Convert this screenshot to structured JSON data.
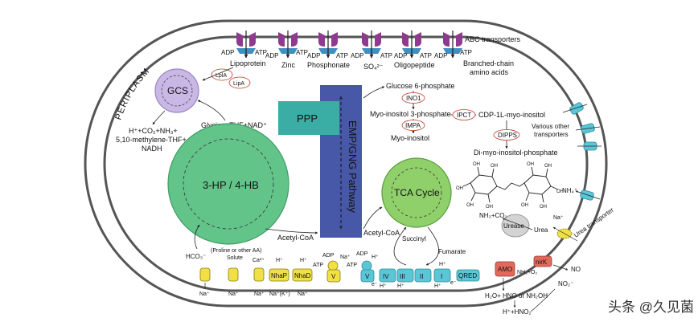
{
  "colors": {
    "membrane": "#555555",
    "abc": "#8e3a8e",
    "abc_base": "#3f8fc0",
    "gcs": "#c9b8e6",
    "green_big": "#63c48a",
    "green_tca": "#8fd06a",
    "ppp": "#3aaea4",
    "emp": "#4858a8",
    "cyan": "#5bc6d6",
    "yellow": "#f0e045",
    "red_amo": "#e06a5c",
    "urease": "#d3d3d3"
  },
  "labels": {
    "periplasm": "PERIPLASM",
    "abc_transporters": "ABC transporters",
    "lipoprotein": "Lipoprotein",
    "zinc": "Zinc",
    "phosphonate": "Phosphonate",
    "so4": "SO₄²⁻",
    "oligopeptide": "Oligopeptide",
    "branched1": "Branched-chain",
    "branched2": "amino acids",
    "adp": "ADP",
    "atp": "ATP",
    "lpla": "LplA",
    "lipa": "LipA",
    "gcs": "GCS",
    "gcs_out1": "H⁺+CO₂+NH₃+",
    "gcs_out2": "5,10-methylene-THF+",
    "gcs_out3": "NADH",
    "gcs_in": "Glycine+THF+NAD⁺",
    "ppp": "PPP",
    "emp": "EMP/GNG Pathway",
    "hp": "3-HP / 4-HB",
    "acetyl1": "Acetyl-CoA",
    "acetyl2": "Acetyl-CoA",
    "tca": "TCA Cycle",
    "succinyl": "Succinyl",
    "fumarate": "Fumarate",
    "glucose6p": "Glucose 6-phosphate",
    "ino1": "INO1",
    "myo3p": "Myo-inositol 3-phosphate",
    "impa": "IMPA",
    "myo": "Myo-inositol",
    "ipct": "IPCT",
    "cdp": "CDP-1L-myo-inositol",
    "dipps": "DIPPS",
    "dimyo": "Di-myo-inositol-phosphate",
    "various1": "Various other",
    "various2": "transporters",
    "nh4": "NH₄⁺",
    "nh3co2": "NH₃+CO₂",
    "urease": "Urease",
    "urea": "Urea",
    "urea_transporter": "Urea transporter",
    "na_urea": "Na⁺",
    "hco3": "HCO₃⁻",
    "proline1": "(Proline or other AA)",
    "proline2": "Solute",
    "ca": "Ca²⁺",
    "h1": "H⁺",
    "h2": "H⁺",
    "na1": "Na⁺",
    "na2": "Na⁺",
    "na3": "Na⁺",
    "nak": "Na⁺(K⁺)",
    "na5": "Na⁺",
    "nhap": "NhaP",
    "nhad": "NhaD",
    "atp_v": "ATP",
    "na_v": "Na⁺",
    "adp_v": "ADP",
    "v1": "V",
    "atp_v2": "ATP",
    "adp_v2": "ADP",
    "h_v2": "H⁺",
    "v2": "V",
    "iv": "IV",
    "iii": "III",
    "ii": "II",
    "i": "I",
    "qred": "QRED",
    "h_iv": "H⁺",
    "h_iii": "H⁺",
    "h_i": "H⁺",
    "h_top": "H⁺",
    "e1": "e⁻",
    "e2": "e⁻",
    "amo": "AMO",
    "nirk": "nirK",
    "nh3o2": "NH₃+O₂",
    "no": "NO",
    "no2": "NO₂⁻",
    "h2o": "H₂O+ HNO or NH₂OH",
    "hno2": "H⁺+HNO₂",
    "oh_labels": "OH"
  },
  "watermark": "头条 @久见菌"
}
